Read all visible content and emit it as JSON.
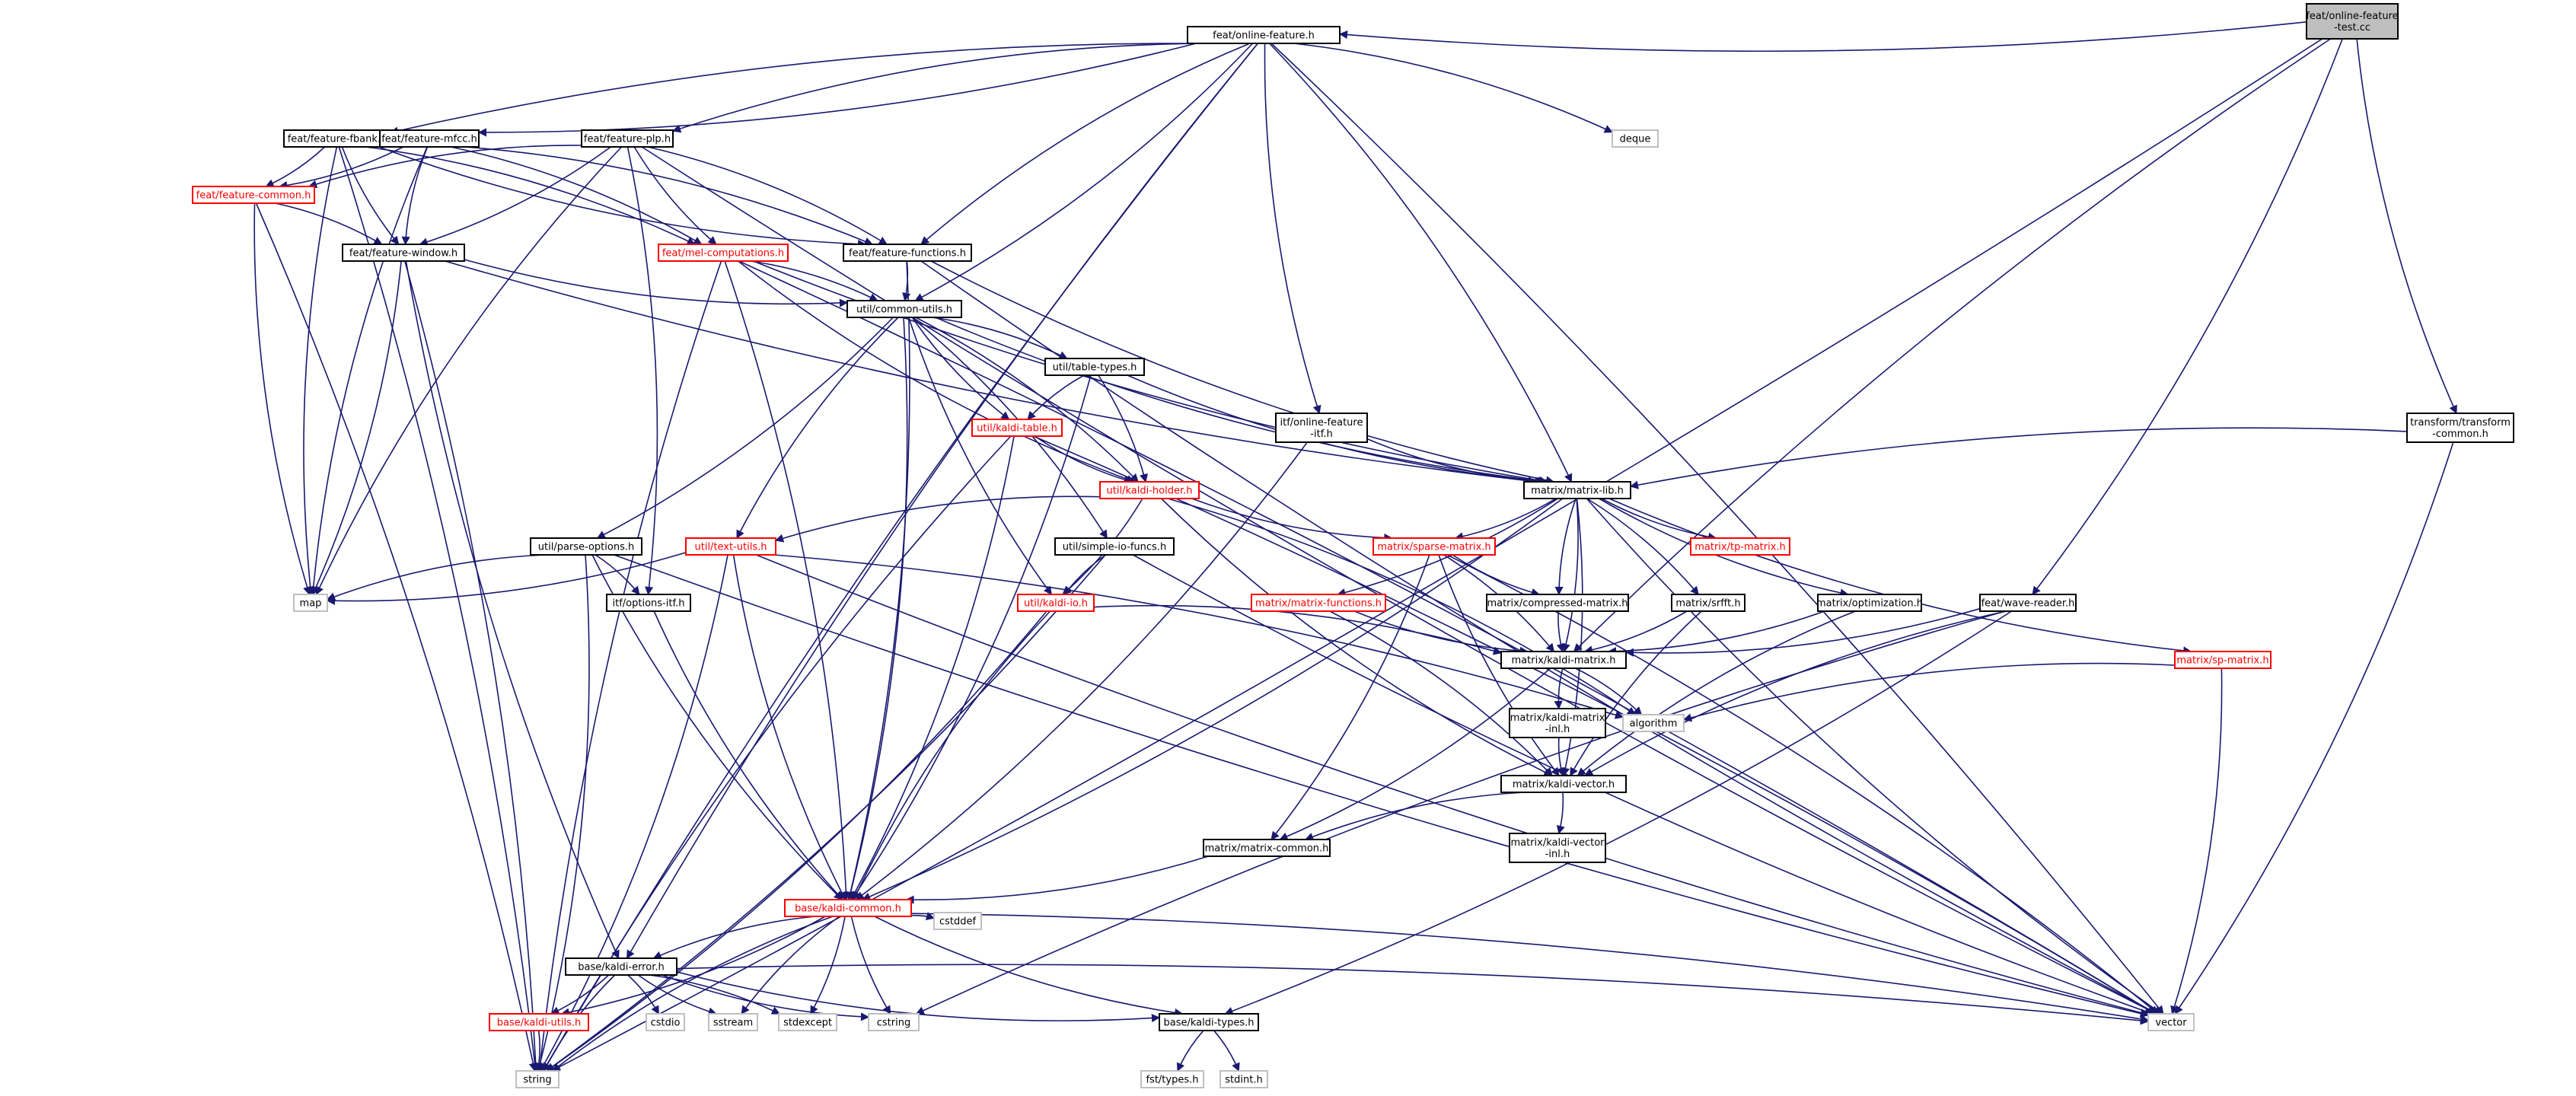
{
  "nodes": [
    {
      "id": "online_test",
      "lines": [
        "feat/online-feature",
        "-test.cc"
      ],
      "style": "root"
    },
    {
      "id": "online_feature",
      "lines": [
        "feat/online-feature.h"
      ],
      "style": "normal"
    },
    {
      "id": "fbank",
      "lines": [
        "feat/feature-fbank.h"
      ],
      "style": "normal"
    },
    {
      "id": "mfcc",
      "lines": [
        "feat/feature-mfcc.h"
      ],
      "style": "normal"
    },
    {
      "id": "plp",
      "lines": [
        "feat/feature-plp.h"
      ],
      "style": "normal"
    },
    {
      "id": "deque",
      "lines": [
        "deque"
      ],
      "style": "system"
    },
    {
      "id": "feat_common",
      "lines": [
        "feat/feature-common.h"
      ],
      "style": "red"
    },
    {
      "id": "feat_window",
      "lines": [
        "feat/feature-window.h"
      ],
      "style": "normal"
    },
    {
      "id": "mel",
      "lines": [
        "feat/mel-computations.h"
      ],
      "style": "red"
    },
    {
      "id": "feat_functions",
      "lines": [
        "feat/feature-functions.h"
      ],
      "style": "normal"
    },
    {
      "id": "common_utils",
      "lines": [
        "util/common-utils.h"
      ],
      "style": "normal"
    },
    {
      "id": "table_types",
      "lines": [
        "util/table-types.h"
      ],
      "style": "normal"
    },
    {
      "id": "kaldi_table",
      "lines": [
        "util/kaldi-table.h"
      ],
      "style": "red"
    },
    {
      "id": "online_itf",
      "lines": [
        "itf/online-feature",
        "-itf.h"
      ],
      "style": "normal"
    },
    {
      "id": "transform_common",
      "lines": [
        "transform/transform",
        "-common.h"
      ],
      "style": "normal"
    },
    {
      "id": "kaldi_holder",
      "lines": [
        "util/kaldi-holder.h"
      ],
      "style": "red"
    },
    {
      "id": "matrix_lib",
      "lines": [
        "matrix/matrix-lib.h"
      ],
      "style": "normal"
    },
    {
      "id": "parse_options",
      "lines": [
        "util/parse-options.h"
      ],
      "style": "normal"
    },
    {
      "id": "text_utils",
      "lines": [
        "util/text-utils.h"
      ],
      "style": "red"
    },
    {
      "id": "simple_io",
      "lines": [
        "util/simple-io-funcs.h"
      ],
      "style": "normal"
    },
    {
      "id": "sparse_matrix",
      "lines": [
        "matrix/sparse-matrix.h"
      ],
      "style": "red"
    },
    {
      "id": "tp_matrix",
      "lines": [
        "matrix/tp-matrix.h"
      ],
      "style": "red"
    },
    {
      "id": "map",
      "lines": [
        "map"
      ],
      "style": "system"
    },
    {
      "id": "options_itf",
      "lines": [
        "itf/options-itf.h"
      ],
      "style": "normal"
    },
    {
      "id": "kaldi_io",
      "lines": [
        "util/kaldi-io.h"
      ],
      "style": "red"
    },
    {
      "id": "matrix_functions",
      "lines": [
        "matrix/matrix-functions.h"
      ],
      "style": "red"
    },
    {
      "id": "compressed",
      "lines": [
        "matrix/compressed-matrix.h"
      ],
      "style": "normal"
    },
    {
      "id": "srfft",
      "lines": [
        "matrix/srfft.h"
      ],
      "style": "normal"
    },
    {
      "id": "optimization",
      "lines": [
        "matrix/optimization.h"
      ],
      "style": "normal"
    },
    {
      "id": "wave_reader",
      "lines": [
        "feat/wave-reader.h"
      ],
      "style": "normal"
    },
    {
      "id": "kaldi_matrix",
      "lines": [
        "matrix/kaldi-matrix.h"
      ],
      "style": "normal"
    },
    {
      "id": "sp_matrix",
      "lines": [
        "matrix/sp-matrix.h"
      ],
      "style": "red"
    },
    {
      "id": "algorithm",
      "lines": [
        "algorithm"
      ],
      "style": "system"
    },
    {
      "id": "matrix_inl",
      "lines": [
        "matrix/kaldi-matrix",
        "-inl.h"
      ],
      "style": "normal"
    },
    {
      "id": "kaldi_vector",
      "lines": [
        "matrix/kaldi-vector.h"
      ],
      "style": "normal"
    },
    {
      "id": "matrix_common",
      "lines": [
        "matrix/matrix-common.h"
      ],
      "style": "normal"
    },
    {
      "id": "vector_inl",
      "lines": [
        "matrix/kaldi-vector",
        "-inl.h"
      ],
      "style": "normal"
    },
    {
      "id": "kaldi_common",
      "lines": [
        "base/kaldi-common.h"
      ],
      "style": "red"
    },
    {
      "id": "cstddef",
      "lines": [
        "cstddef"
      ],
      "style": "system"
    },
    {
      "id": "kaldi_error",
      "lines": [
        "base/kaldi-error.h"
      ],
      "style": "normal"
    },
    {
      "id": "cstdio",
      "lines": [
        "cstdio"
      ],
      "style": "system"
    },
    {
      "id": "sstream",
      "lines": [
        "sstream"
      ],
      "style": "system"
    },
    {
      "id": "stdexcept",
      "lines": [
        "stdexcept"
      ],
      "style": "system"
    },
    {
      "id": "cstring",
      "lines": [
        "cstring"
      ],
      "style": "system"
    },
    {
      "id": "kaldi_utils",
      "lines": [
        "base/kaldi-utils.h"
      ],
      "style": "red"
    },
    {
      "id": "kaldi_types",
      "lines": [
        "base/kaldi-types.h"
      ],
      "style": "normal"
    },
    {
      "id": "vector",
      "lines": [
        "vector"
      ],
      "style": "system"
    },
    {
      "id": "string",
      "lines": [
        "string"
      ],
      "style": "system"
    },
    {
      "id": "fst_types",
      "lines": [
        "fst/types.h"
      ],
      "style": "system"
    },
    {
      "id": "stdint",
      "lines": [
        "stdint.h"
      ],
      "style": "system"
    }
  ],
  "edges": [
    [
      "online_test",
      "online_feature"
    ],
    [
      "online_test",
      "kaldi_matrix"
    ],
    [
      "online_test",
      "wave_reader"
    ],
    [
      "online_test",
      "transform_common"
    ],
    [
      "online_test",
      "string"
    ],
    [
      "online_feature",
      "fbank"
    ],
    [
      "online_feature",
      "mfcc"
    ],
    [
      "online_feature",
      "plp"
    ],
    [
      "online_feature",
      "deque"
    ],
    [
      "online_feature",
      "feat_functions"
    ],
    [
      "online_feature",
      "common_utils"
    ],
    [
      "online_feature",
      "online_itf"
    ],
    [
      "online_feature",
      "matrix_lib"
    ],
    [
      "online_feature",
      "kaldi_error"
    ],
    [
      "online_feature",
      "vector"
    ],
    [
      "online_feature",
      "string"
    ],
    [
      "fbank",
      "feat_common"
    ],
    [
      "fbank",
      "feat_window"
    ],
    [
      "fbank",
      "mel"
    ],
    [
      "fbank",
      "map"
    ],
    [
      "fbank",
      "string"
    ],
    [
      "fbank",
      "feat_functions"
    ],
    [
      "mfcc",
      "feat_common"
    ],
    [
      "mfcc",
      "feat_window"
    ],
    [
      "mfcc",
      "mel"
    ],
    [
      "mfcc",
      "map"
    ],
    [
      "mfcc",
      "feat_functions"
    ],
    [
      "plp",
      "feat_common"
    ],
    [
      "plp",
      "feat_window"
    ],
    [
      "plp",
      "mel"
    ],
    [
      "plp",
      "feat_functions"
    ],
    [
      "plp",
      "map"
    ],
    [
      "plp",
      "options_itf"
    ],
    [
      "plp",
      "vector"
    ],
    [
      "feat_common",
      "feat_window"
    ],
    [
      "feat_common",
      "map"
    ],
    [
      "feat_common",
      "string"
    ],
    [
      "feat_window",
      "common_utils"
    ],
    [
      "feat_window",
      "map"
    ],
    [
      "feat_window",
      "kaldi_error"
    ],
    [
      "feat_window",
      "string"
    ],
    [
      "feat_window",
      "matrix_lib"
    ],
    [
      "mel",
      "common_utils"
    ],
    [
      "mel",
      "kaldi_holder"
    ],
    [
      "mel",
      "kaldi_common"
    ],
    [
      "mel",
      "string"
    ],
    [
      "mel",
      "vector"
    ],
    [
      "mel",
      "matrix_lib"
    ],
    [
      "feat_functions",
      "common_utils"
    ],
    [
      "feat_functions",
      "matrix_lib"
    ],
    [
      "feat_functions",
      "kaldi_common"
    ],
    [
      "feat_functions",
      "vector"
    ],
    [
      "common_utils",
      "table_types"
    ],
    [
      "common_utils",
      "kaldi_table"
    ],
    [
      "common_utils",
      "kaldi_holder"
    ],
    [
      "common_utils",
      "matrix_lib"
    ],
    [
      "common_utils",
      "parse_options"
    ],
    [
      "common_utils",
      "text_utils"
    ],
    [
      "common_utils",
      "simple_io"
    ],
    [
      "common_utils",
      "kaldi_io"
    ],
    [
      "common_utils",
      "kaldi_common"
    ],
    [
      "table_types",
      "kaldi_table"
    ],
    [
      "table_types",
      "kaldi_holder"
    ],
    [
      "table_types",
      "matrix_lib"
    ],
    [
      "table_types",
      "kaldi_common"
    ],
    [
      "kaldi_table",
      "kaldi_holder"
    ],
    [
      "kaldi_table",
      "kaldi_common"
    ],
    [
      "kaldi_table",
      "string"
    ],
    [
      "kaldi_table",
      "vector"
    ],
    [
      "online_itf",
      "matrix_lib"
    ],
    [
      "online_itf",
      "kaldi_common"
    ],
    [
      "transform_common",
      "matrix_lib"
    ],
    [
      "transform_common",
      "vector"
    ],
    [
      "kaldi_holder",
      "text_utils"
    ],
    [
      "kaldi_holder",
      "kaldi_io"
    ],
    [
      "kaldi_holder",
      "sparse_matrix"
    ],
    [
      "kaldi_holder",
      "algorithm"
    ],
    [
      "kaldi_holder",
      "kaldi_vector"
    ],
    [
      "matrix_lib",
      "sparse_matrix"
    ],
    [
      "matrix_lib",
      "tp_matrix"
    ],
    [
      "matrix_lib",
      "matrix_functions"
    ],
    [
      "matrix_lib",
      "compressed"
    ],
    [
      "matrix_lib",
      "srfft"
    ],
    [
      "matrix_lib",
      "optimization"
    ],
    [
      "matrix_lib",
      "kaldi_matrix"
    ],
    [
      "matrix_lib",
      "sp_matrix"
    ],
    [
      "matrix_lib",
      "kaldi_common"
    ],
    [
      "matrix_lib",
      "vector"
    ],
    [
      "matrix_lib",
      "kaldi_vector"
    ],
    [
      "parse_options",
      "map"
    ],
    [
      "parse_options",
      "options_itf"
    ],
    [
      "parse_options",
      "kaldi_common"
    ],
    [
      "parse_options",
      "string"
    ],
    [
      "parse_options",
      "vector"
    ],
    [
      "text_utils",
      "map"
    ],
    [
      "text_utils",
      "kaldi_common"
    ],
    [
      "text_utils",
      "string"
    ],
    [
      "text_utils",
      "vector"
    ],
    [
      "text_utils",
      "algorithm"
    ],
    [
      "simple_io",
      "kaldi_io"
    ],
    [
      "simple_io",
      "string"
    ],
    [
      "simple_io",
      "vector"
    ],
    [
      "sparse_matrix",
      "kaldi_matrix"
    ],
    [
      "sparse_matrix",
      "compressed"
    ],
    [
      "sparse_matrix",
      "matrix_common"
    ],
    [
      "sparse_matrix",
      "kaldi_vector"
    ],
    [
      "sparse_matrix",
      "vector"
    ],
    [
      "options_itf",
      "kaldi_common"
    ],
    [
      "kaldi_io",
      "kaldi_matrix"
    ],
    [
      "kaldi_io",
      "kaldi_common"
    ],
    [
      "kaldi_io",
      "string"
    ],
    [
      "matrix_functions",
      "kaldi_matrix"
    ],
    [
      "matrix_functions",
      "kaldi_vector"
    ],
    [
      "compressed",
      "kaldi_matrix"
    ],
    [
      "srfft",
      "kaldi_matrix"
    ],
    [
      "srfft",
      "kaldi_vector"
    ],
    [
      "optimization",
      "kaldi_matrix"
    ],
    [
      "optimization",
      "kaldi_vector"
    ],
    [
      "wave_reader",
      "kaldi_matrix"
    ],
    [
      "wave_reader",
      "kaldi_vector"
    ],
    [
      "wave_reader",
      "kaldi_types"
    ],
    [
      "wave_reader",
      "cstring"
    ],
    [
      "kaldi_matrix",
      "algorithm"
    ],
    [
      "kaldi_matrix",
      "matrix_inl"
    ],
    [
      "kaldi_matrix",
      "matrix_common"
    ],
    [
      "sp_matrix",
      "algorithm"
    ],
    [
      "sp_matrix",
      "vector"
    ],
    [
      "matrix_inl",
      "kaldi_vector"
    ],
    [
      "kaldi_vector",
      "vector_inl"
    ],
    [
      "kaldi_vector",
      "matrix_common"
    ],
    [
      "matrix_common",
      "kaldi_common"
    ],
    [
      "kaldi_common",
      "kaldi_error"
    ],
    [
      "kaldi_common",
      "cstddef"
    ],
    [
      "kaldi_common",
      "sstream"
    ],
    [
      "kaldi_common",
      "stdexcept"
    ],
    [
      "kaldi_common",
      "cstring"
    ],
    [
      "kaldi_common",
      "kaldi_utils"
    ],
    [
      "kaldi_common",
      "kaldi_types"
    ],
    [
      "kaldi_common",
      "vector"
    ],
    [
      "kaldi_common",
      "string"
    ],
    [
      "kaldi_error",
      "cstdio"
    ],
    [
      "kaldi_error",
      "sstream"
    ],
    [
      "kaldi_error",
      "stdexcept"
    ],
    [
      "kaldi_error",
      "cstring"
    ],
    [
      "kaldi_error",
      "kaldi_utils"
    ],
    [
      "kaldi_error",
      "kaldi_types"
    ],
    [
      "kaldi_error",
      "vector"
    ],
    [
      "kaldi_error",
      "string"
    ],
    [
      "kaldi_utils",
      "string"
    ],
    [
      "kaldi_types",
      "fst_types"
    ],
    [
      "kaldi_types",
      "stdint"
    ]
  ],
  "colors": {
    "edge": "#191970",
    "node_border": "#000000",
    "node_text": "#000000",
    "red_border": "#ff0000",
    "system_border": "#bfbfbf",
    "root_fill": "#bfbfbf",
    "node_fill": "#ffffff"
  }
}
